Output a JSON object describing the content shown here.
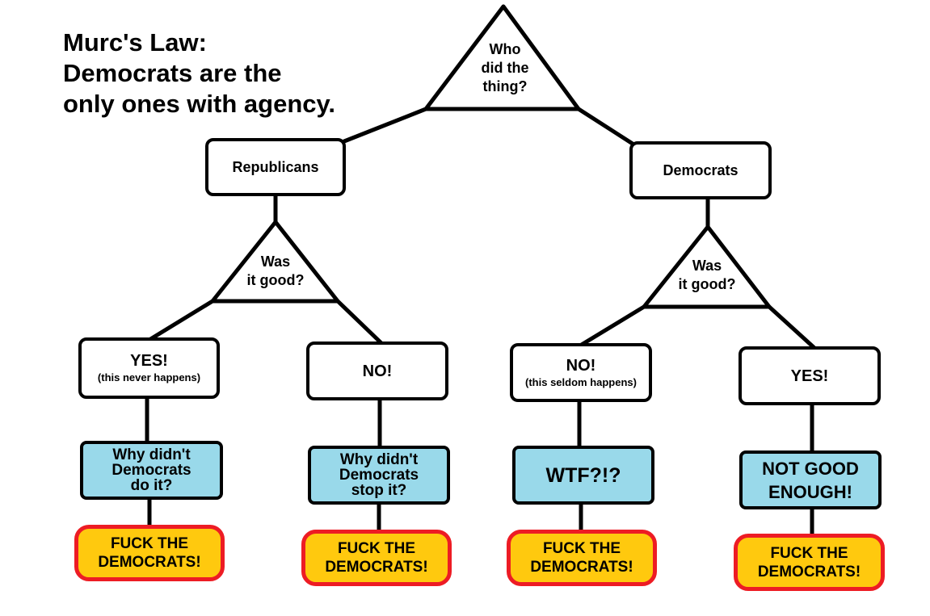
{
  "title": "Murc's Law:\nDemocrats are the\nonly ones with agency.",
  "root": {
    "question": "Who\ndid the\nthing?"
  },
  "branches": [
    {
      "label": "Republicans",
      "question": "Was\nit good?",
      "outcomes": [
        {
          "answer": "YES!",
          "note": "(this never happens)",
          "reaction": "Why didn't\nDemocrats\ndo it?",
          "result": "FUCK THE\nDEMOCRATS!"
        },
        {
          "answer": "NO!",
          "note": "",
          "reaction": "Why didn't\nDemocrats\nstop it?",
          "result": "FUCK THE\nDEMOCRATS!"
        }
      ]
    },
    {
      "label": "Democrats",
      "question": "Was\nit good?",
      "outcomes": [
        {
          "answer": "NO!",
          "note": "(this seldom happens)",
          "reaction": "WTF?!?",
          "result": "FUCK THE\nDEMOCRATS!"
        },
        {
          "answer": "YES!",
          "note": "",
          "reaction": "NOT GOOD\nENOUGH!",
          "result": "FUCK THE\nDEMOCRATS!"
        }
      ]
    }
  ],
  "colors": {
    "question_box": "#99d9ea",
    "result_box": "#ffc90e",
    "result_border": "#ed1c24"
  }
}
